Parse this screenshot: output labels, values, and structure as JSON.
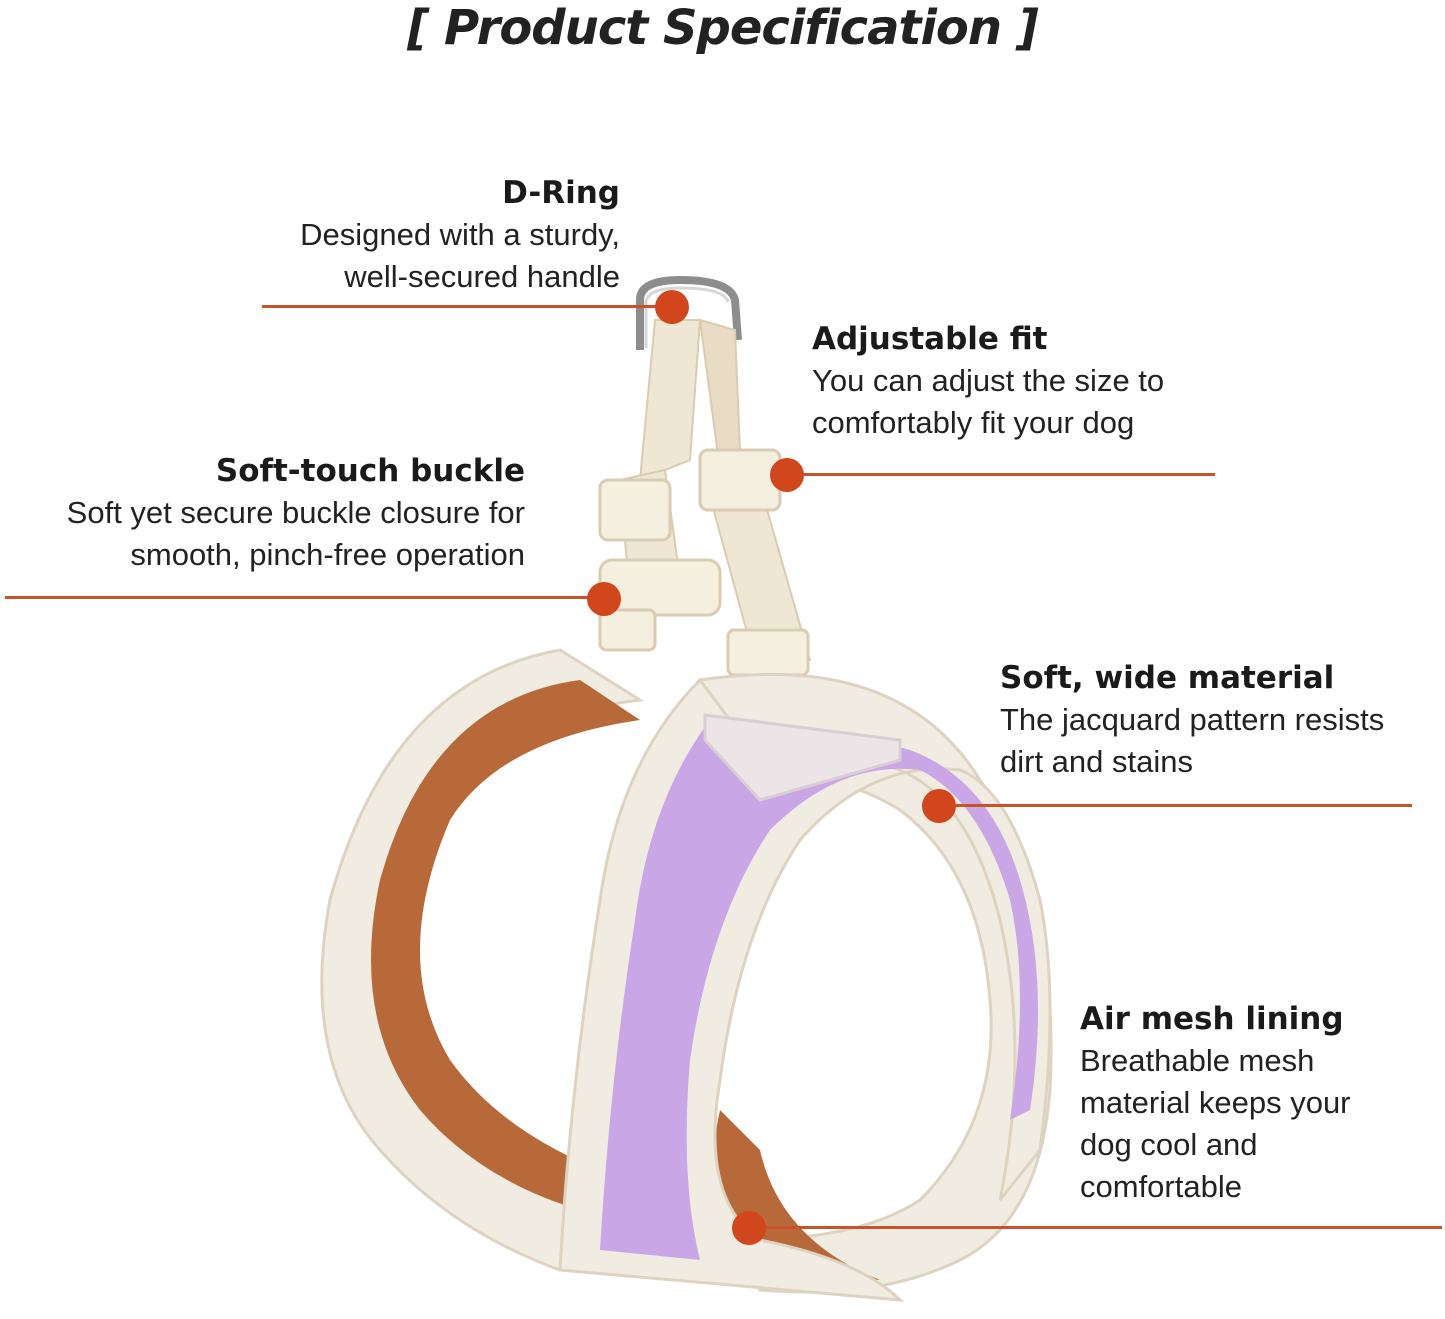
{
  "title": "[ Product Specification ]",
  "callouts": {
    "dring": {
      "heading": "D-Ring",
      "lines": [
        "Designed with a sturdy,",
        "well-secured handle"
      ]
    },
    "adjustable": {
      "heading": "Adjustable fit",
      "lines": [
        "You can adjust the size to",
        "comfortably fit your dog"
      ]
    },
    "buckle": {
      "heading": "Soft-touch buckle",
      "lines": [
        "Soft yet secure buckle closure for",
        "smooth, pinch-free operation"
      ]
    },
    "material": {
      "heading": "Soft, wide material",
      "lines": [
        "The jacquard pattern resists",
        "dirt and stains"
      ]
    },
    "mesh": {
      "heading": "Air mesh lining",
      "lines": [
        "Breathable mesh",
        "material keeps your",
        "dog cool and",
        "comfortable"
      ]
    }
  },
  "colors": {
    "accent_line": "#c8522a",
    "accent_dot": "#d1461c",
    "harness_purple": "#c9a6e6",
    "harness_trim": "#f1ece2",
    "harness_lining": "#b8693a"
  }
}
